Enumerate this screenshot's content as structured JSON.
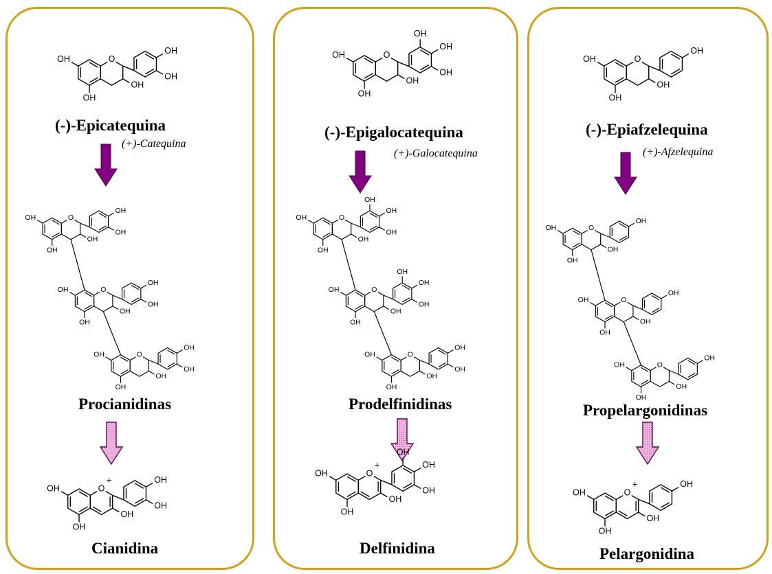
{
  "columns": [
    {
      "monomer": "(-)-Epicatequina",
      "isomer": "(+)-Catequina",
      "polymer": "Procianidinas",
      "anthocyanidin": "Cianidina",
      "ring_b_hydroxyls": 2
    },
    {
      "monomer": "(-)-Epigalocatequina",
      "isomer": "(+)-Galocatequina",
      "polymer": "Prodelfinidinas",
      "anthocyanidin": "Delfinidina",
      "ring_b_hydroxyls": 3
    },
    {
      "monomer": "(-)-Epiafzelequina",
      "isomer": "(+)-Afzelequina",
      "polymer": "Propelargonidinas",
      "anthocyanidin": "Pelargonidina",
      "ring_b_hydroxyls": 1
    }
  ],
  "labels": {
    "hydroxyl": "OH",
    "ring_oxygen": "O",
    "oxonium": "O",
    "charge": "+"
  },
  "colors": {
    "panel_border": "#d4a017",
    "solid_arrow": "#800080",
    "dotted_arrow_fill": "#f0b6e0",
    "dotted_arrow_border": "#5a0a5a"
  }
}
